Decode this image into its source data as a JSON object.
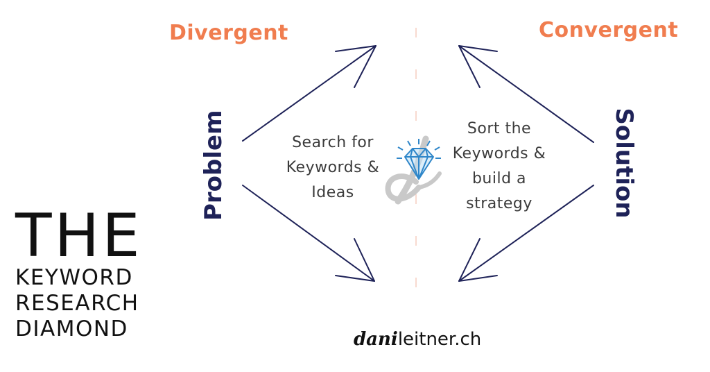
{
  "diagram": {
    "labels": {
      "divergent": "Divergent",
      "convergent": "Convergent",
      "problem": "Problem",
      "solution": "Solution"
    },
    "left_text": [
      "Search for",
      "Keywords &",
      "Ideas"
    ],
    "right_text": [
      "Sort the",
      "Keywords &",
      "build a",
      "strategy"
    ],
    "title": {
      "the": "THE",
      "line1": "KEYWORD",
      "line2": "RESEARCH",
      "line3": "DIAMOND"
    },
    "brand": {
      "dani": "dani",
      "rest": "leitner.ch"
    },
    "colors": {
      "orange": "#f07d4f",
      "navy": "#1e2258",
      "gem_blue": "#2e86c9",
      "divider": "#f4c2b0"
    }
  }
}
